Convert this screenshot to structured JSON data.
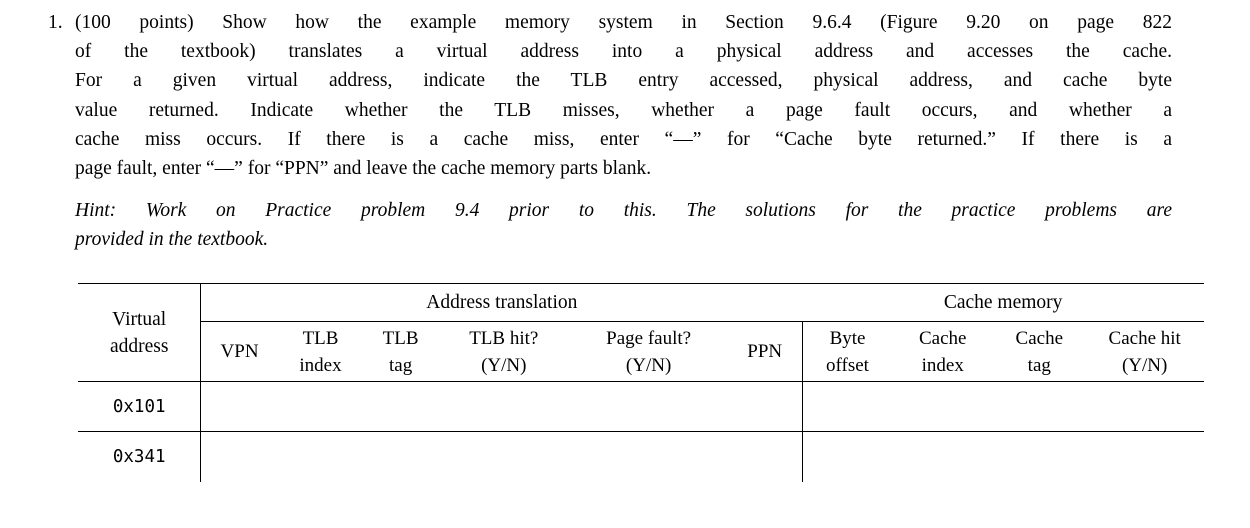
{
  "problem": {
    "number": "1.",
    "statement_lines": [
      "(100 points) Show how the example memory system in Section 9.6.4 (Figure 9.20 on page 822",
      "of the textbook) translates a virtual address into a physical address and accesses the cache.",
      "For a given virtual address, indicate the TLB entry accessed, physical address, and cache byte",
      "value returned. Indicate whether the TLB misses, whether a page fault occurs, and whether a",
      "cache miss occurs. If there is a cache miss, enter “—” for “Cache byte returned.” If there is a",
      "page fault, enter “—” for “PPN” and leave the cache memory parts blank."
    ],
    "hint_lines": [
      "Hint: Work on Practice problem 9.4 prior to this. The solutions for the practice problems are",
      "provided in the textbook."
    ]
  },
  "table": {
    "row_header_label_line1": "Virtual",
    "row_header_label_line2": "address",
    "group_headers": [
      {
        "label": "Address translation",
        "colspan": 6
      },
      {
        "label": "Cache memory",
        "colspan": 4
      }
    ],
    "sub_headers": [
      {
        "line1": "VPN",
        "line2": ""
      },
      {
        "line1": "TLB",
        "line2": "index"
      },
      {
        "line1": "TLB",
        "line2": "tag"
      },
      {
        "line1": "TLB hit?",
        "line2": "(Y/N)"
      },
      {
        "line1": "Page fault?",
        "line2": "(Y/N)"
      },
      {
        "line1": "PPN",
        "line2": ""
      },
      {
        "line1": "Byte",
        "line2": "offset"
      },
      {
        "line1": "Cache",
        "line2": "index"
      },
      {
        "line1": "Cache",
        "line2": "tag"
      },
      {
        "line1": "Cache hit",
        "line2": "(Y/N)"
      }
    ],
    "rows": [
      {
        "virtual_address": "0x101",
        "cells": [
          "",
          "",
          "",
          "",
          "",
          "",
          "",
          "",
          "",
          ""
        ]
      },
      {
        "virtual_address": "0x341",
        "cells": [
          "",
          "",
          "",
          "",
          "",
          "",
          "",
          "",
          "",
          ""
        ]
      }
    ]
  },
  "colors": {
    "text": "#000000",
    "rule": "#000000",
    "background": "#ffffff"
  }
}
